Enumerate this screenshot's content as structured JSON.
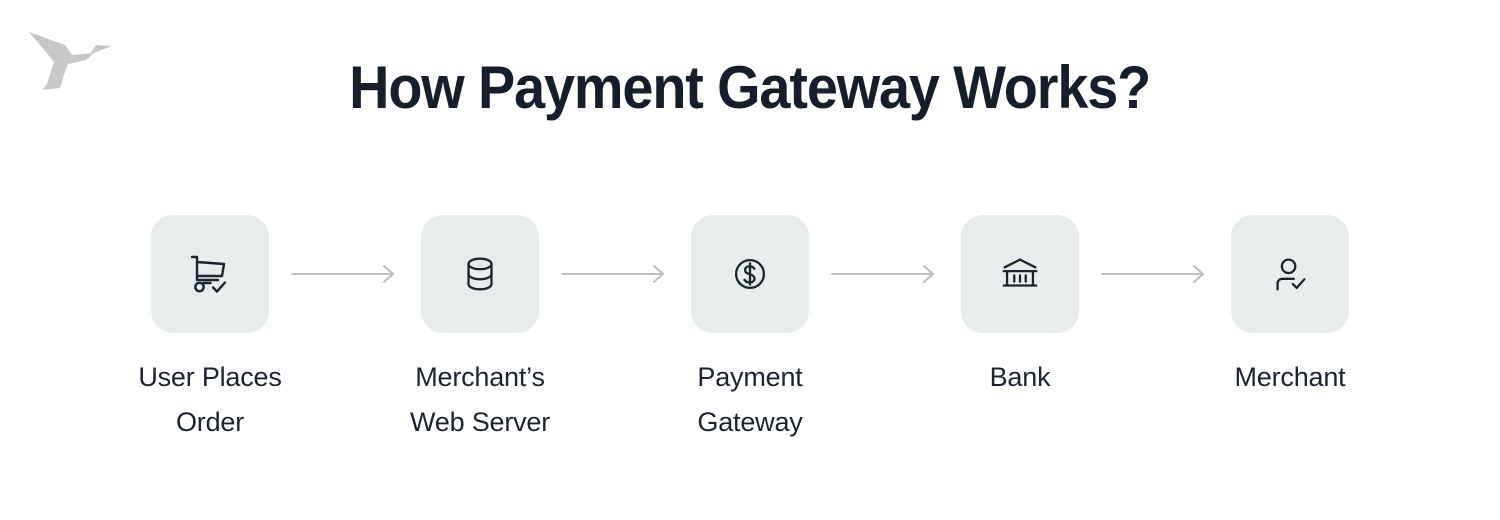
{
  "brand": {
    "logo_icon": "origami-bird-logo",
    "logo_color": "#c6c8c8"
  },
  "header": {
    "title": "How Payment Gateway Works?",
    "title_color": "#171e2b"
  },
  "theme": {
    "page_background": "#ffffff",
    "card_background": "#e6edec",
    "icon_stroke": "#1c2430",
    "arrow_color": "#bfbfbf",
    "label_color": "#1c2430"
  },
  "flow": {
    "arrow_icon": "arrow-right-icon",
    "steps": [
      {
        "id": "user-places-order",
        "label": "User Places\nOrder",
        "icon": "shopping-cart-check-icon"
      },
      {
        "id": "merchants-web-server",
        "label": "Merchant’s\nWeb Server",
        "icon": "database-server-icon"
      },
      {
        "id": "payment-gateway",
        "label": "Payment\nGateway",
        "icon": "dollar-coin-icon"
      },
      {
        "id": "bank",
        "label": "Bank",
        "icon": "bank-building-icon"
      },
      {
        "id": "merchant",
        "label": "Merchant",
        "icon": "user-check-icon"
      }
    ]
  }
}
